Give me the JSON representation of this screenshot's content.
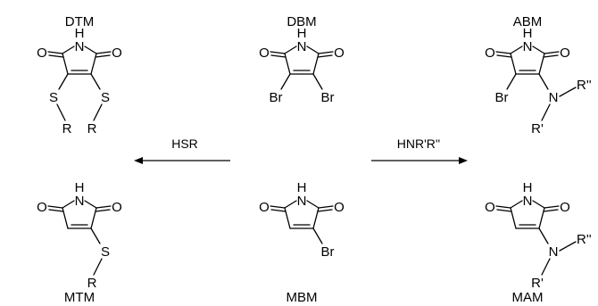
{
  "compounds": {
    "dtm": {
      "label": "DTM",
      "H": "H",
      "N": "N",
      "O1": "O",
      "O2": "O",
      "S1": "S",
      "S2": "S",
      "R1": "R",
      "R2": "R"
    },
    "dbm": {
      "label": "DBM",
      "H": "H",
      "N": "N",
      "O1": "O",
      "O2": "O",
      "Br1": "Br",
      "Br2": "Br"
    },
    "abm": {
      "label": "ABM",
      "H": "H",
      "N": "N",
      "O1": "O",
      "O2": "O",
      "Br": "Br",
      "N2": "N",
      "R2": "R''",
      "R1": "R'"
    },
    "mtm": {
      "label": "MTM",
      "H": "H",
      "N": "N",
      "O1": "O",
      "O2": "O",
      "S": "S",
      "R": "R"
    },
    "mbm": {
      "label": "MBM",
      "H": "H",
      "N": "N",
      "O1": "O",
      "O2": "O",
      "Br": "Br"
    },
    "mam": {
      "label": "MAM",
      "H": "H",
      "N": "N",
      "O1": "O",
      "O2": "O",
      "N2": "N",
      "R2": "R''",
      "R1": "R'"
    }
  },
  "reagents": {
    "left": "HSR",
    "right": "HNR'R''"
  },
  "colors": {
    "ink": "#000000",
    "background": "#ffffff"
  }
}
